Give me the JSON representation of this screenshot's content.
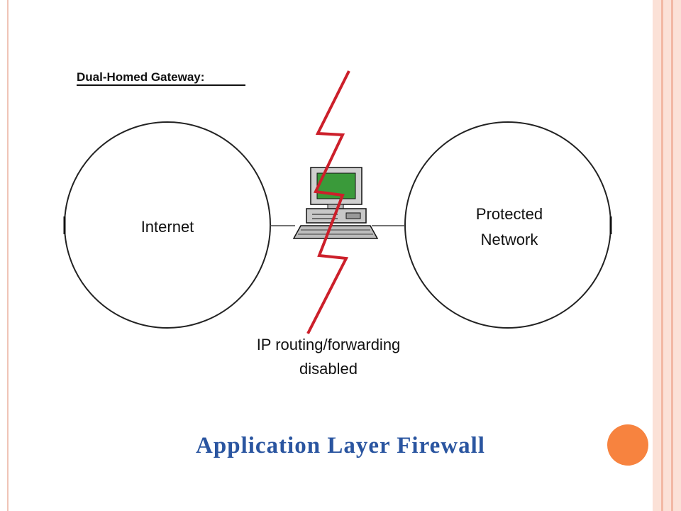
{
  "diagram": {
    "title": "Dual-Homed Gateway:",
    "left_node": "Internet",
    "right_node_line1": "Protected",
    "right_node_line2": "Network",
    "note_line1": "IP routing/forwarding",
    "note_line2": "disabled"
  },
  "slide": {
    "caption": "Application Layer Firewall"
  },
  "colors": {
    "caption": "#2a55a0",
    "accent_circle": "#f7833f",
    "lightning": "#cc1f2a",
    "screen": "#3a9a3a"
  }
}
